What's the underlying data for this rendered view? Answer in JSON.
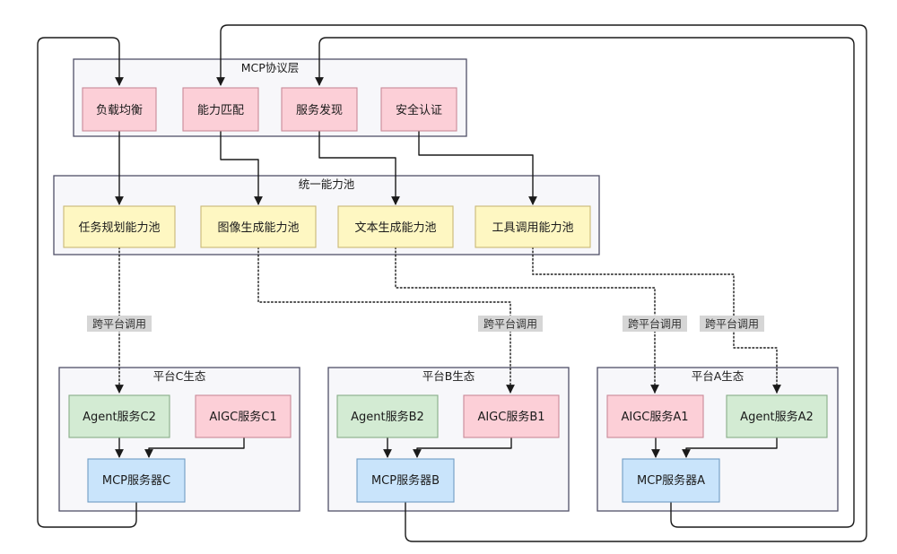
{
  "groups": {
    "mcp_layer": "MCP协议层",
    "pool": "统一能力池",
    "platform_c": "平台C生态",
    "platform_b": "平台B生态",
    "platform_a": "平台A生态"
  },
  "nodes": {
    "load_balance": "负载均衡",
    "capability_match": "能力匹配",
    "service_discovery": "服务发现",
    "security_auth": "安全认证",
    "task_planning_pool": "任务规划能力池",
    "image_gen_pool": "图像生成能力池",
    "text_gen_pool": "文本生成能力池",
    "tool_call_pool": "工具调用能力池",
    "agent_c2": "Agent服务C2",
    "aigc_c1": "AIGC服务C1",
    "mcp_server_c": "MCP服务器C",
    "agent_b2": "Agent服务B2",
    "aigc_b1": "AIGC服务B1",
    "mcp_server_b": "MCP服务器B",
    "aigc_a1": "AIGC服务A1",
    "agent_a2": "Agent服务A2",
    "mcp_server_a": "MCP服务器A"
  },
  "edge_labels": {
    "cross_c": "跨平台调用",
    "cross_b": "跨平台调用",
    "cross_a1": "跨平台调用",
    "cross_a2": "跨平台调用"
  },
  "colors": {
    "pink_fill": "#fccfd7",
    "pink_stroke": "#c98a98",
    "yellow_fill": "#fef7c2",
    "yellow_stroke": "#c9b976",
    "green_fill": "#d3ebd3",
    "green_stroke": "#88ad88",
    "blue_fill": "#c9e4fb",
    "blue_stroke": "#6f9dc4",
    "group_fill": "#f7f7fa",
    "group_stroke": "#505068"
  }
}
